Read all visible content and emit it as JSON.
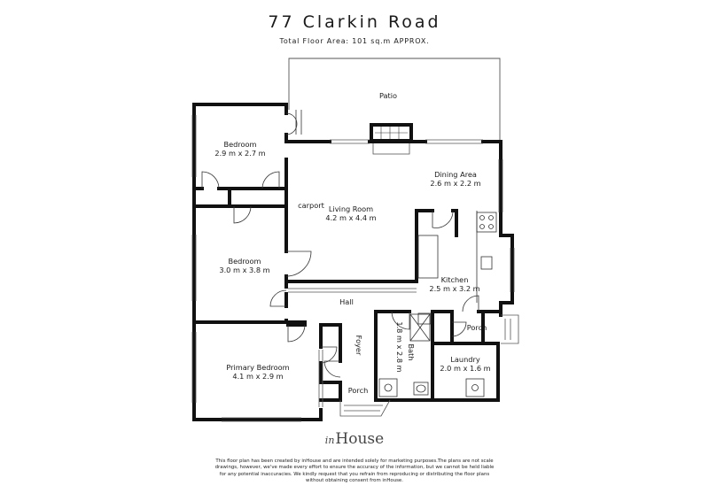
{
  "header": {
    "title": "77 Clarkin Road",
    "subtitle": "Total Floor Area: 101 sq.m APPROX."
  },
  "rooms": {
    "patio": {
      "name": "Patio"
    },
    "bedroom1": {
      "name": "Bedroom",
      "size": "2.9 m x 2.7 m"
    },
    "dining": {
      "name": "Dining Area",
      "size": "2.6 m x 2.2 m"
    },
    "carport": {
      "name": "carport"
    },
    "living": {
      "name": "Living Room",
      "size": "4.2 m x 4.4 m"
    },
    "bedroom2": {
      "name": "Bedroom",
      "size": "3.0 m x 3.8 m"
    },
    "kitchen": {
      "name": "Kitchen",
      "size": "2.5 m x 3.2 m"
    },
    "hall": {
      "name": "Hall"
    },
    "porch_back": {
      "name": "Porch"
    },
    "foyer": {
      "name": "Foyer"
    },
    "bath": {
      "name": "Bath",
      "size": "1.8 m x 2.8 m"
    },
    "laundry": {
      "name": "Laundry",
      "size": "2.0 m x 1.6 m"
    },
    "primary": {
      "name": "Primary Bedroom",
      "size": "4.1 m x 2.9 m"
    },
    "porch_front": {
      "name": "Porch"
    }
  },
  "brand": {
    "prefix": "in",
    "name": "House"
  },
  "disclaimer": "This floor plan has been created by inHouse and are intended solely for marketing purposes.The plans are not scale drawings, however, we've made every effort to ensure the accuracy of the information, but we cannot be held liable for any potential inaccuracies. We kindly request that you refrain from reproducing or distributing the floor plans without obtaining consent from inHouse.",
  "colors": {
    "wall": "#111111",
    "line": "#444444"
  }
}
